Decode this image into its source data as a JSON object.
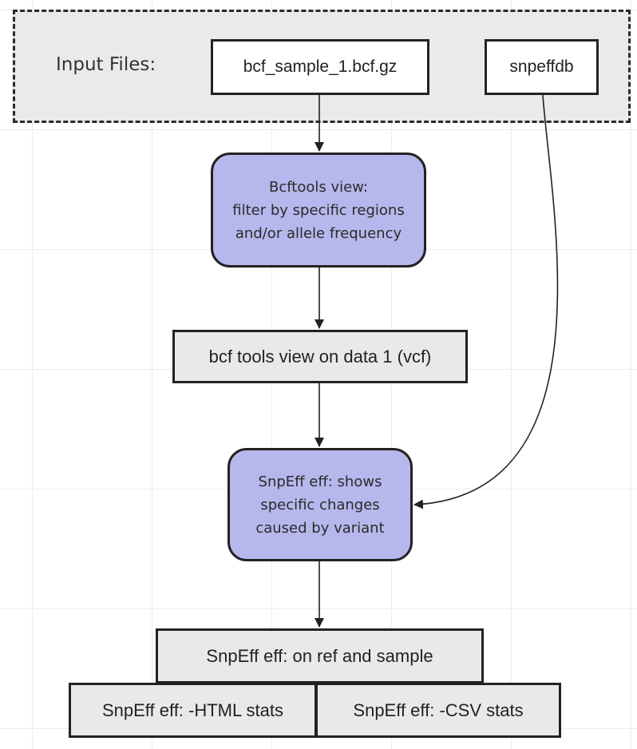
{
  "input_frame": {
    "label": "Input Files:"
  },
  "inputs": {
    "bcf_file": "bcf_sample_1.bcf.gz",
    "snpeff_db": "snpeffdb"
  },
  "steps": {
    "bcftools_view": {
      "lines": [
        "Bcftools view:",
        "filter by specific regions",
        "and/or allele frequency"
      ]
    },
    "bcftools_output": "bcf tools view on data 1 (vcf)",
    "snpeff": {
      "lines": [
        "SnpEff eff: shows",
        "specific changes",
        "caused by variant"
      ]
    },
    "snpeff_output": "SnpEff eff: on ref and sample",
    "html_stats": "SnpEff eff: -HTML stats",
    "csv_stats": "SnpEff eff: -CSV stats"
  },
  "colors": {
    "process_fill": "#b6b7ec",
    "data_fill": "#e9e9e9",
    "frame_fill": "#eaeaea",
    "border": "#222222"
  }
}
